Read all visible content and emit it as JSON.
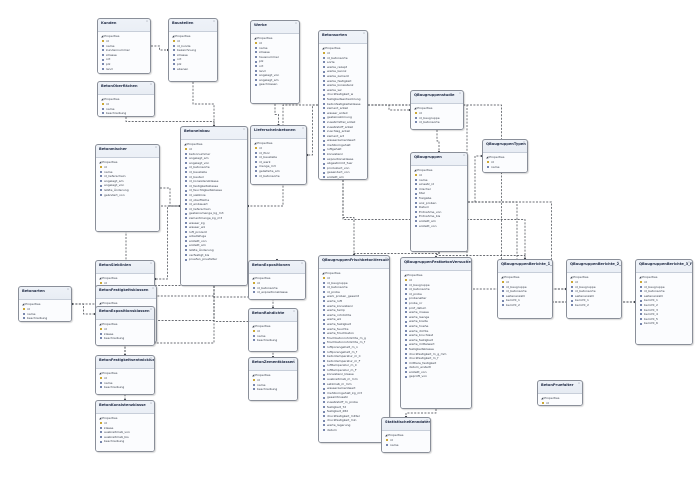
{
  "properties_label": "Properties",
  "entities": [
    {
      "name": "Kunden",
      "fields": [
        "id",
        "name",
        "kundennummer",
        "strasse",
        "ort",
        "plz",
        "land"
      ]
    },
    {
      "name": "Baustellen",
      "fields": [
        "id",
        "id_kunde",
        "bezeichnung",
        "strasse",
        "ort",
        "plz",
        "ebenen"
      ]
    },
    {
      "name": "Werke",
      "fields": [
        "id",
        "name",
        "strasse",
        "hausnummer",
        "plz",
        "ort",
        "land",
        "angelegt_von",
        "angelegt_am",
        "geschlossen"
      ]
    },
    {
      "name": "Betonsorten",
      "fields": [
        "id",
        "id_betonsorte",
        "sorte",
        "werke_rezept",
        "werke_kennz",
        "werke_zement",
        "werke_festigkeit",
        "werke_konsistenz",
        "werke_wz",
        "druckfestigkeit_w",
        "festigkeitsentwicklung",
        "betonfestigkeitsklasse",
        "zement_anteil",
        "wasser_anteil",
        "gesteinskörnung",
        "zusatzmittel_anteil",
        "zusatzstoff_anteil",
        "zuschlag_anteil",
        "zement_art",
        "wasserzementwert",
        "mehlkorngehalt",
        "luftgehalt",
        "konsistenz",
        "expositionsklasse",
        "abgestimmt_fuer",
        "produziert_von",
        "geaendert_von",
        "erstellt_am",
        "erstellt_von",
        "erstellt_durch",
        "preis",
        "geaendert_am",
        "anmerkungen",
        "gesperrt"
      ]
    },
    {
      "name": "BetonOberflächen",
      "fields": [
        "id",
        "name",
        "beschreibung"
      ]
    },
    {
      "name": "Lieferscheinbetonen",
      "fields": [
        "id",
        "id_lfsnr",
        "id_baustelle",
        "id_werk",
        "menge_m3",
        "gelieferte_am",
        "id_betonsorte"
      ]
    },
    {
      "name": "Betonmischer",
      "fields": [
        "id",
        "name",
        "id_lieferschein",
        "angelegt_am",
        "angelegt_von",
        "letzte_Änderung",
        "geändert_von"
      ]
    },
    {
      "name": "Betoneinbau",
      "fields": [
        "id",
        "betonnummer",
        "angelegt_am",
        "angelegt_von",
        "id_betonsorte",
        "id_baustelle",
        "id_bauteil",
        "id_konsistenzklasse",
        "id_festigkeitsklasse",
        "id_feuchtigkeitsklasse",
        "id_sieblinie",
        "id_oberfläche",
        "id_einbauart",
        "id_lieferschein",
        "gesteinsmenge_kg_m3",
        "zementmenge_kg_m3",
        "wasser_kg",
        "wasser_wz",
        "luft_prozent",
        "arbeitsfuge",
        "erstellt_von",
        "erstellt_am",
        "letzte_Änderung",
        "verfestigt_bis",
        "pruefen_pruefalter"
      ]
    },
    {
      "name": "BetonSieblinien",
      "fields": [
        "id",
        "name",
        "beschreibung"
      ]
    },
    {
      "name": "QBaugruppenstudie",
      "fields": [
        "id",
        "id_baugruppe",
        "id_betonsorte"
      ]
    },
    {
      "name": "QBaugruppen",
      "fields": [
        "id",
        "name",
        "einsatz_id",
        "mischer",
        "titel",
        "freigabe",
        "anz_proben",
        "Datum",
        "Entnahme_von",
        "Entnahme_bis",
        "erstellt_am",
        "erstellt_von"
      ]
    },
    {
      "name": "QBaugruppenTypen",
      "fields": [
        "id",
        "name"
      ]
    },
    {
      "name": "Betonarten",
      "fields": [
        "id",
        "name",
        "beschreibung"
      ]
    },
    {
      "name": "BetonFestigkeitsklassen",
      "fields": [
        "id",
        "id_betonart",
        "druckfestigkeit_bez",
        "charakteristisch_fck",
        "mittlere_fcm"
      ]
    },
    {
      "name": "BetonExpositionen",
      "fields": [
        "id",
        "id_betonsorte",
        "id_expositionsklasse"
      ]
    },
    {
      "name": "BetonRohdichte",
      "fields": [
        "id",
        "name",
        "beschreibung"
      ]
    },
    {
      "name": "BetonKonsistenzklasse",
      "fields": [
        "id",
        "klasse",
        "ausbreitmaß_von",
        "ausbreitmaß_bis",
        "beschreibung"
      ]
    },
    {
      "name": "BetonFestigkeitsentwicklung",
      "fields": [
        "id",
        "name",
        "beschreibung"
      ]
    },
    {
      "name": "BetonExpositionsklassen",
      "fields": [
        "id",
        "klasse",
        "beschreibung"
      ]
    },
    {
      "name": "BetonZementklassen",
      "fields": [
        "id",
        "name",
        "beschreibung"
      ]
    },
    {
      "name": "QBaugruppenFrischbetonVersuche",
      "fields": [
        "id",
        "id_baugruppe",
        "id_betonsorte",
        "id_probe",
        "werk_proben_gesamt",
        "werte_luft",
        "werte_konsistenz",
        "werte_temp",
        "werte_rohdichte",
        "werte_wz",
        "werte_festigkeit",
        "werte_feuchte",
        "werte_frischbeton",
        "frischbetonrohdichte_m_g",
        "frischbetonrohdichte_m_f",
        "luftporengehalt_m_n",
        "luftporengehalt_m_f",
        "betontemperatur_m_C",
        "betontemperatur_m_F",
        "lufttemperatur_m_C",
        "lufttemperatur_m_F",
        "konsistenz_klasse",
        "ausbreitmaß_m_mm",
        "setzmaß_m_mm",
        "wasserzementwert",
        "mehlkorngehalt_kg_m3",
        "gesamtzusatz",
        "zusatzstoff_m_probe",
        "festigkeit_7d",
        "festigkeit_28d",
        "druckfestigkeit_mittel",
        "druckfestigkeit_min",
        "werte_lagerung",
        "datum"
      ]
    },
    {
      "name": "QBaugruppenFestbetonVersuche",
      "fields": [
        "id",
        "id_baugruppe",
        "id_betonsorte",
        "id_probe",
        "probenalter",
        "probe_nr",
        "prüf_datum",
        "werte_masse",
        "werte_laenge",
        "werte_breite",
        "werte_hoehe",
        "werte_dichte",
        "werte_bruchlast",
        "werte_festigkeit",
        "werte_mittelwert",
        "festigkeitsklasse",
        "druckfestigkeit_m_g_mm",
        "druckfestigkeit_m_f",
        "mittlere_festigkeit",
        "datum_erstellt",
        "erstellt_von",
        "geprüft_von"
      ]
    },
    {
      "name": "QBaugruppenBerichte_1_II",
      "fields": [
        "id",
        "id_baugruppe",
        "id_betonsorte",
        "seitenanzahl",
        "bericht_1",
        "bericht_2"
      ]
    },
    {
      "name": "QBaugruppenBerichte_2_III",
      "fields": [
        "id",
        "id_baugruppe",
        "id_betonsorte",
        "seitenanzahl",
        "bericht_1",
        "bericht_2"
      ]
    },
    {
      "name": "QBaugruppenBerichte_3_IV",
      "fields": [
        "id",
        "id_baugruppe",
        "id_betonsorte",
        "seitenanzahl",
        "bericht_1",
        "bericht_2",
        "bericht_3",
        "bericht_4",
        "bericht_5",
        "bericht_6"
      ]
    },
    {
      "name": "BetonPruefalter",
      "fields": [
        "id",
        "alter_tage"
      ]
    },
    {
      "name": "StatistischeKenndaten",
      "fields": [
        "id",
        "name"
      ]
    }
  ]
}
